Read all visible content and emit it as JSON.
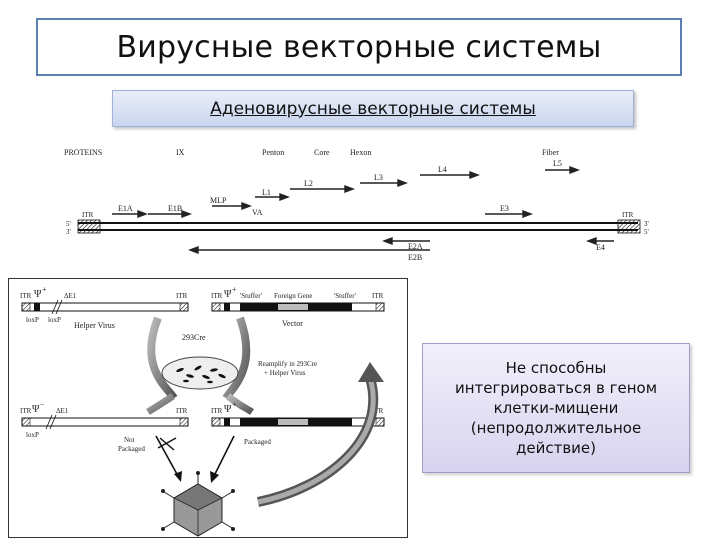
{
  "title": "Вирусные векторные системы",
  "subtitle": "Аденовирусные векторные системы",
  "genome_map": {
    "top_labels": [
      "PROTEINS",
      "IX",
      "Penton",
      "Core",
      "Hexon",
      "Fiber"
    ],
    "late_labels": [
      "L1",
      "L2",
      "L3",
      "L4",
      "L5"
    ],
    "early_labels": [
      "E1A",
      "E1B",
      "MLP",
      "VA",
      "E3",
      "E2A",
      "E2B",
      "E4"
    ],
    "itr_label": "ITR",
    "strand_left": [
      "5'",
      "3'"
    ],
    "strand_right": [
      "3'",
      "5'"
    ]
  },
  "lab_figure": {
    "helper_virus": "Helper Virus",
    "vector": "Vector",
    "itr": "ITR",
    "psi": "Ψ",
    "plus": "+",
    "minus": "−",
    "delta_e1": "ΔE1",
    "loxp": "loxP",
    "stuffer": "'Stuffer'",
    "foreign_gene": "Foreign Gene",
    "cre": "293Cre",
    "reamplify_1": "Reamplify in 293Cre",
    "reamplify_2": "+ Helper Virus",
    "not_packaged_1": "Not",
    "not_packaged_2": "Packaged",
    "packaged": "Packaged"
  },
  "note": "Не способны\nинтегрироваться в геном\nклетки-мищени\n(непродолжительное\nдействие)"
}
